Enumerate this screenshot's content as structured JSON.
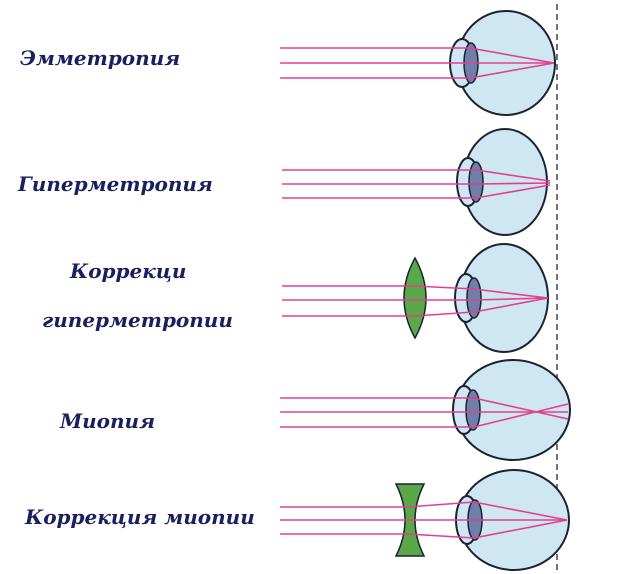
{
  "labels": {
    "emmetropia": "Эмметропия",
    "hypermetropia": "Гиперметропия",
    "correction_hyper_line1": "Коррекци",
    "correction_hyper_line2": "гиперметропии",
    "myopia": "Миопия",
    "correction_myopia": "Коррекция миопии"
  },
  "colors": {
    "ray": "#e0408f",
    "eye_fill": "#cfe6f3",
    "eye_stroke": "#1b2230",
    "lens_fill": "#6f7fa8",
    "corrective_lens_fill": "#5aa84a",
    "retina_line": "#444444",
    "label": "#1a1f5e"
  }
}
